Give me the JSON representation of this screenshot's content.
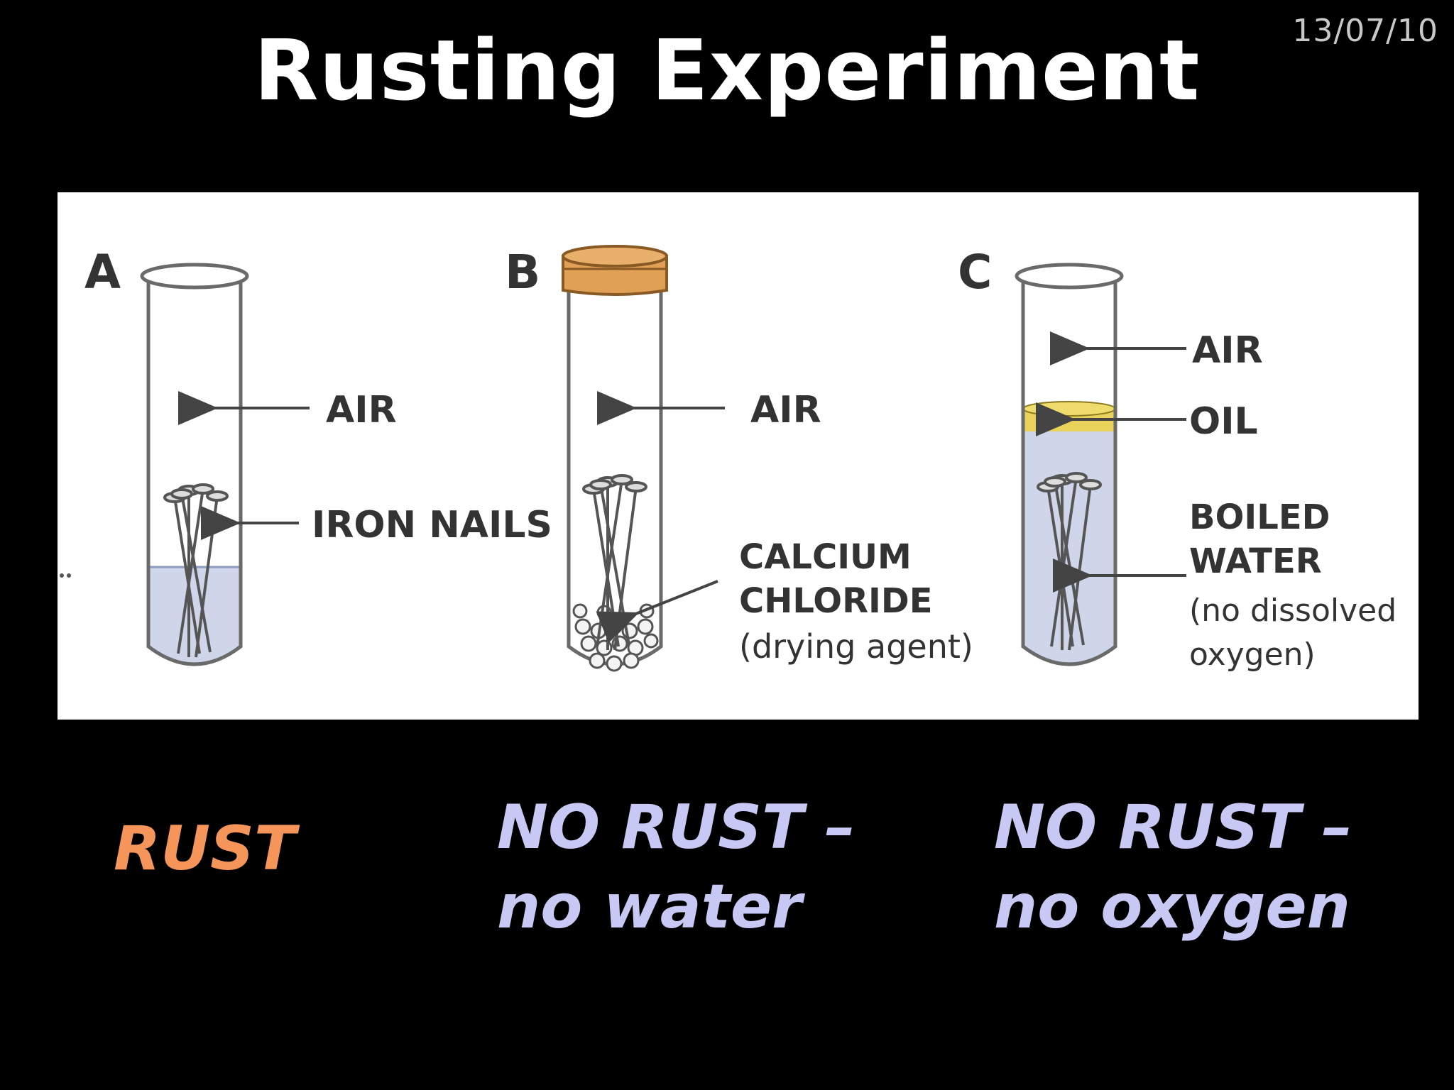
{
  "slide": {
    "date": "13/07/10",
    "title": "Rusting Experiment"
  },
  "diagram": {
    "tubes": [
      {
        "letter": "A",
        "labels": [
          "AIR",
          "IRON NAILS"
        ]
      },
      {
        "letter": "B",
        "labels": [
          "AIR",
          "CALCIUM",
          "CHLORIDE",
          "(drying agent)"
        ]
      },
      {
        "letter": "C",
        "labels": [
          "AIR",
          "OIL",
          "BOILED",
          "WATER",
          "(no dissolved",
          "oxygen)"
        ]
      }
    ]
  },
  "results": [
    {
      "lines": [
        "RUST"
      ],
      "color": "#f5955a"
    },
    {
      "lines": [
        "NO RUST –",
        "no water"
      ],
      "color": "#c8c8f4"
    },
    {
      "lines": [
        "NO RUST –",
        "no oxygen"
      ],
      "color": "#c8c8f4"
    }
  ],
  "colors": {
    "background": "#000000",
    "title": "#ffffff",
    "water": "#cfd6ea",
    "cork": "#e0a055",
    "oil": "#e8d25a"
  }
}
